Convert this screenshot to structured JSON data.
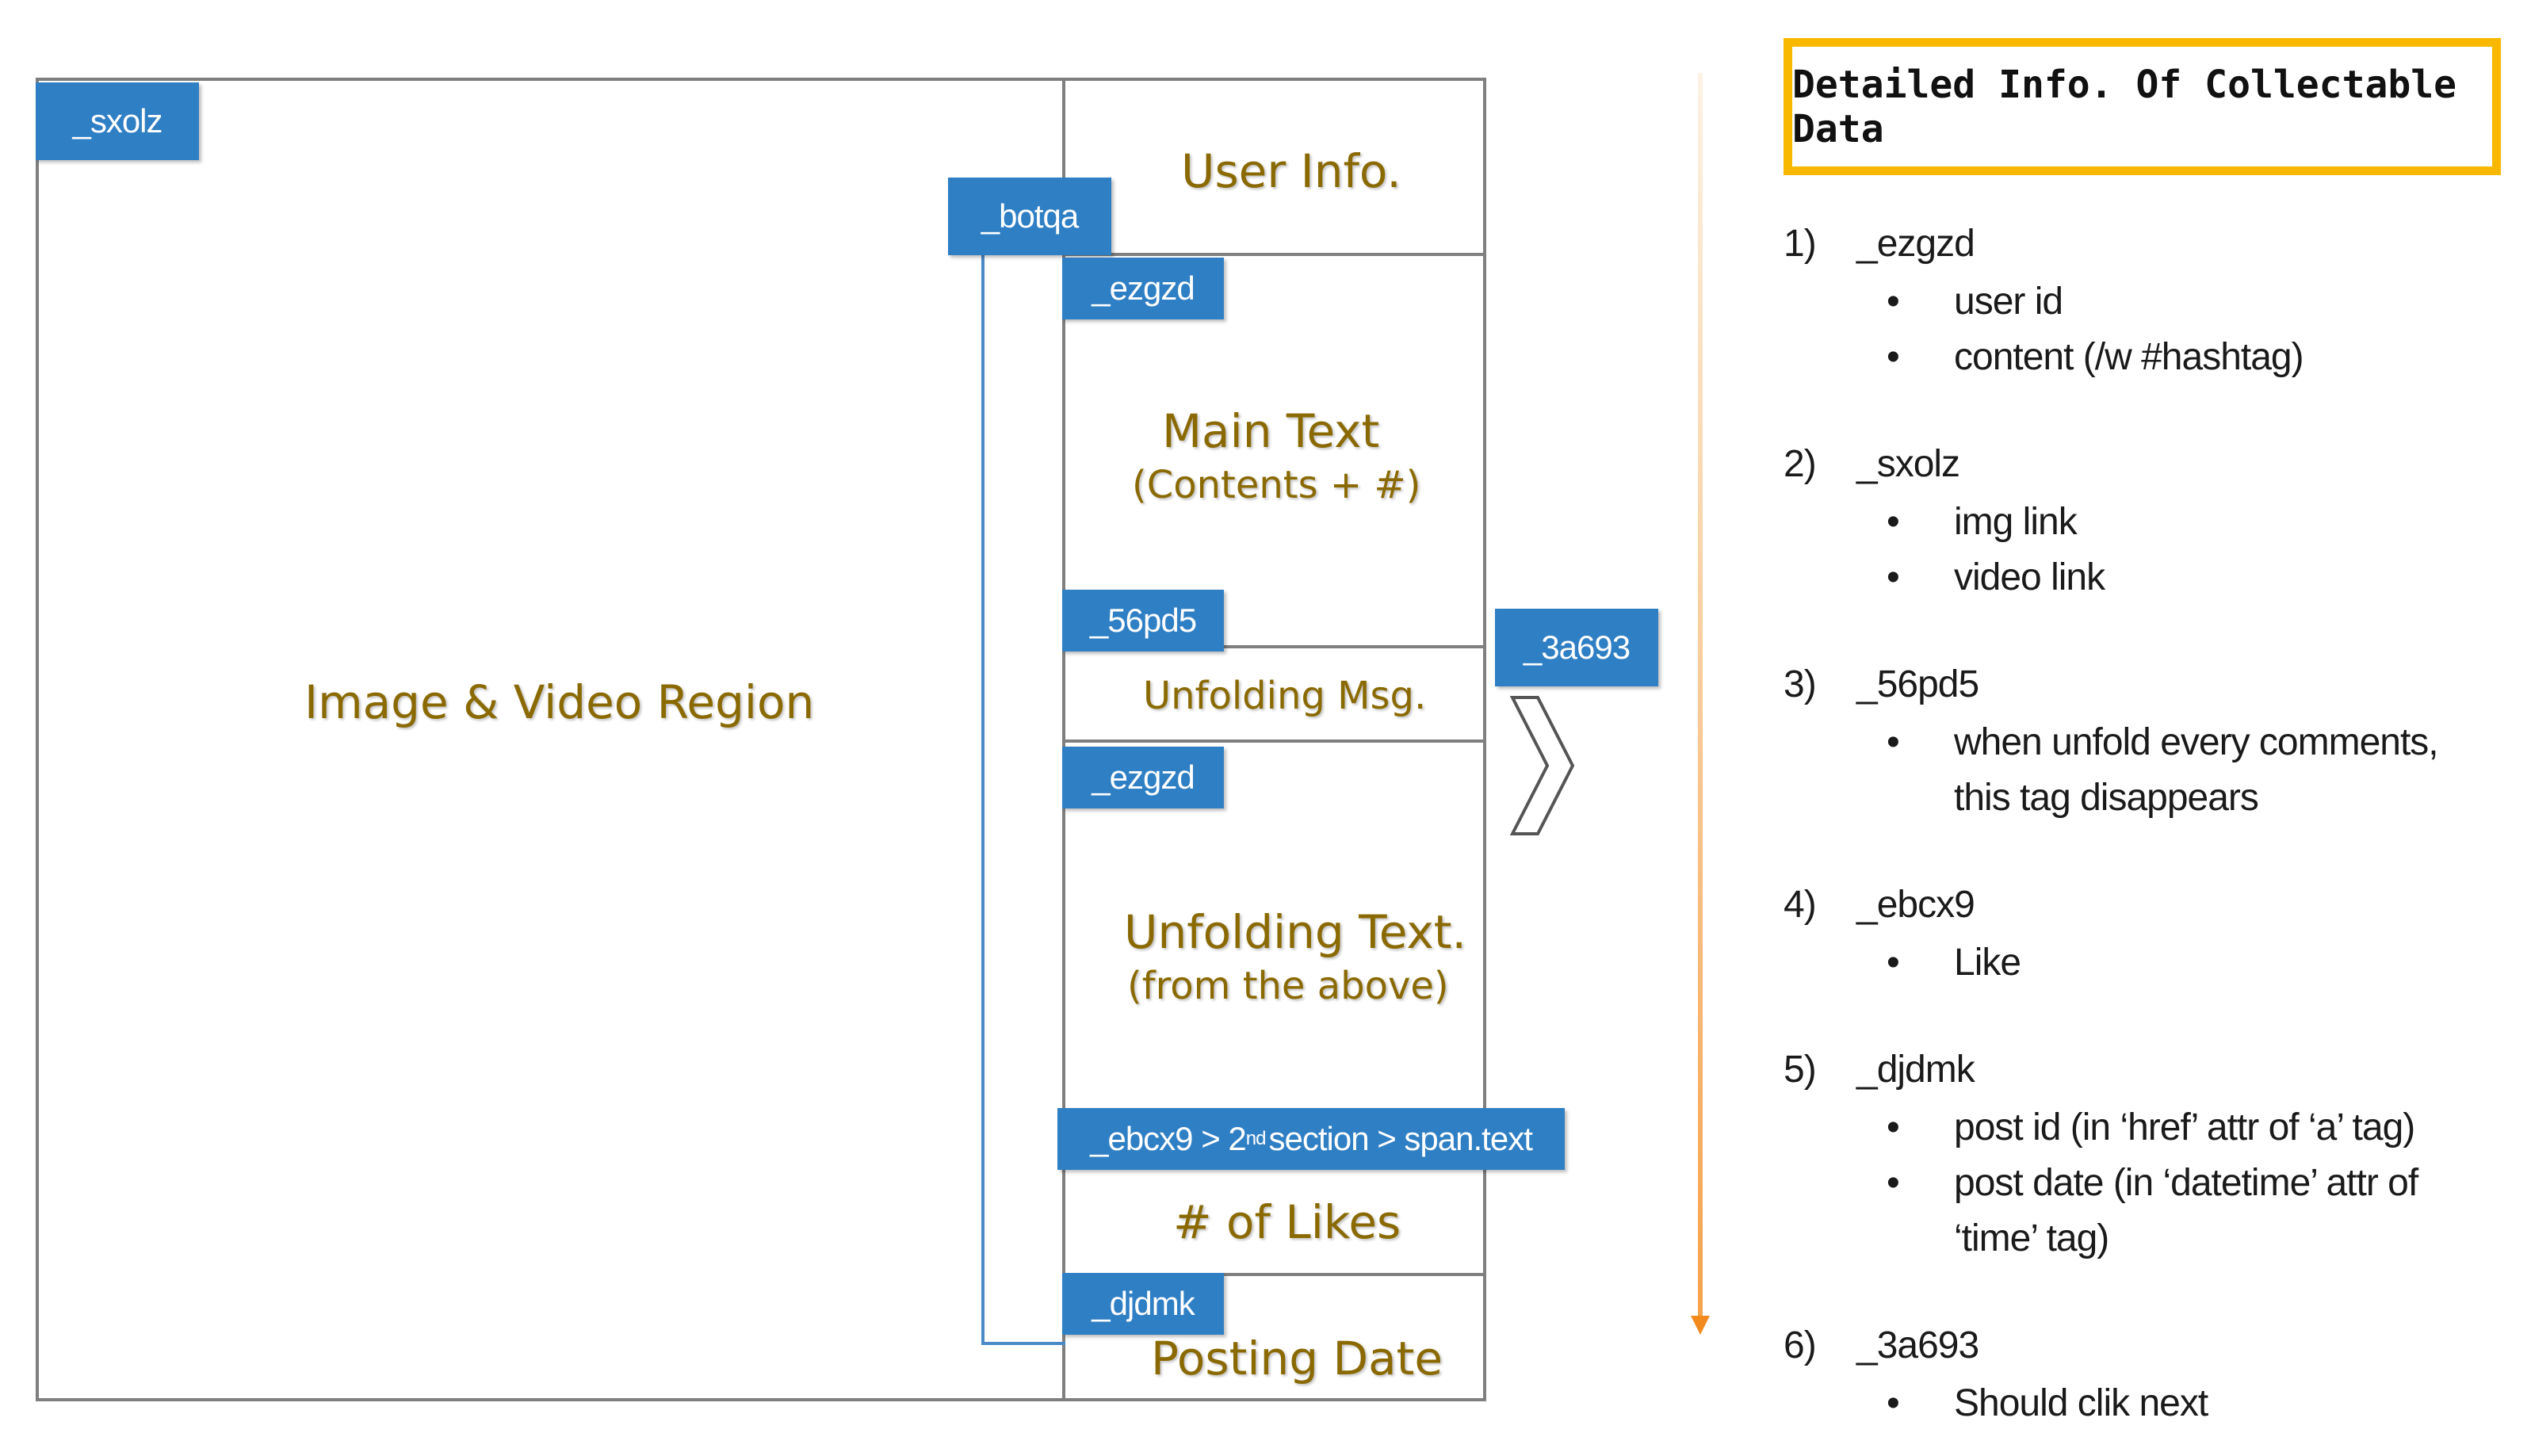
{
  "diagram": {
    "regions": {
      "image_video": "Image & Video Region",
      "user_info": "User Info.",
      "main_text": "Main Text",
      "main_text_sub": "(Contents + #)",
      "unfolding_msg": "Unfolding Msg.",
      "unfolding_text": "Unfolding Text.",
      "unfolding_text_sub": "(from the above)",
      "likes": "# of Likes",
      "posting_date": "Posting Date"
    },
    "tags": {
      "sxolz": "_sxolz",
      "botqa": "_botqa",
      "ezgzd_1": "_ezgzd",
      "p56pd5": "_56pd5",
      "a3a693": "_3a693",
      "ezgzd_2": "_ezgzd",
      "ebcx9_pre": "_ebcx9 > 2",
      "ebcx9_sup": "nd",
      "ebcx9_post": "section > span.text",
      "djdmk": "_djdmk"
    },
    "next_symbol": "❯"
  },
  "info": {
    "title": "Detailed Info. Of Collectable Data",
    "items": [
      {
        "num": "1)",
        "name": "_ezgzd",
        "bullets": [
          "user id",
          "content (/w #hashtag)"
        ]
      },
      {
        "num": "2)",
        "name": "_sxolz",
        "bullets": [
          "img link",
          "video link"
        ]
      },
      {
        "num": "3)",
        "name": "_56pd5",
        "bullets": [
          "when unfold every comments,",
          "this tag disappears"
        ]
      },
      {
        "num": "4)",
        "name": "_ebcx9",
        "bullets": [
          "Like"
        ]
      },
      {
        "num": "5)",
        "name": "_djdmk",
        "bullets": [
          "post id (in ‘href’ attr of ‘a’ tag)",
          "post date (in ‘datetime’ attr of",
          "‘time’ tag)"
        ]
      },
      {
        "num": "6)",
        "name": "_3a693",
        "bullets": [
          "Should clik next"
        ]
      }
    ],
    "bullet_char": "•"
  },
  "colors": {
    "tag_blue": "#2f7fc4",
    "label_gold": "#8a6a00",
    "box_border": "#f8b800",
    "timeline_orange": "#f28a1e"
  }
}
